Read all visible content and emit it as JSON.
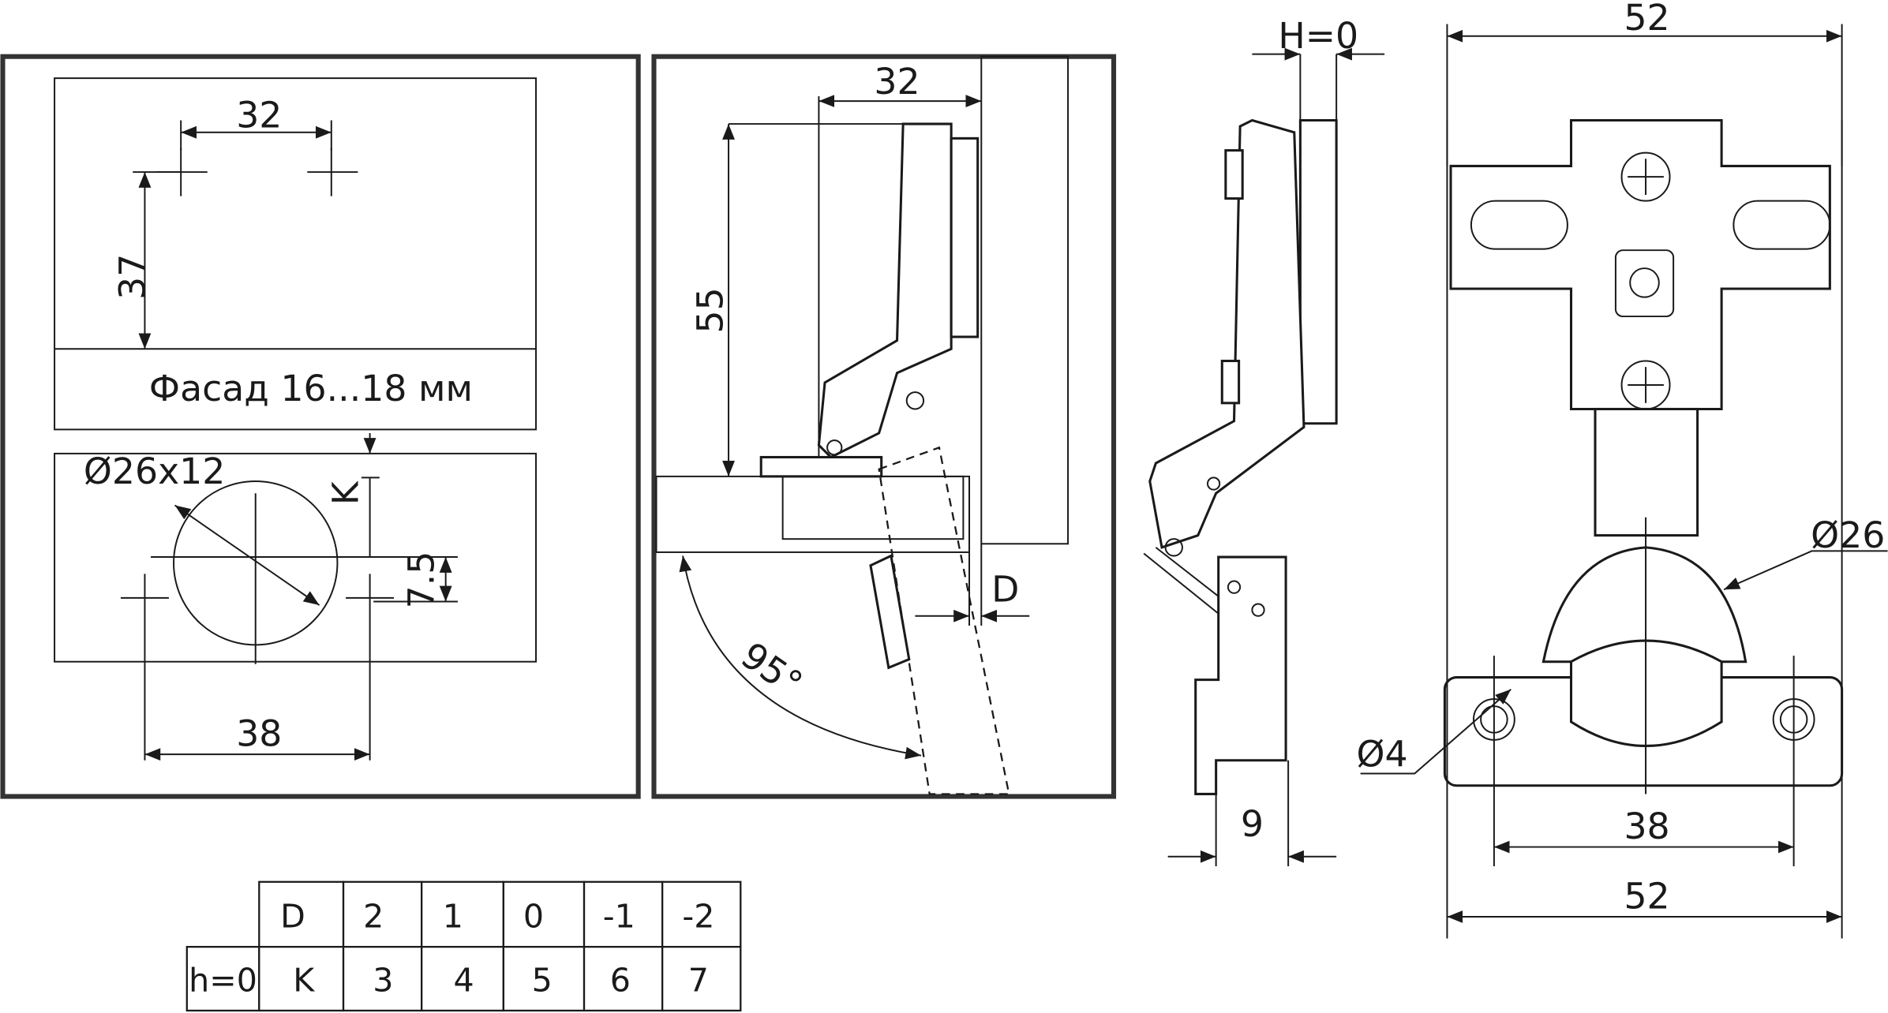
{
  "drilling_panel": {
    "hole_spacing": "32",
    "hole_offset": "37",
    "facade_label": "Фасад 16...18 мм",
    "cup_label": "Ø26x12",
    "k_label": "K",
    "offset_label": "7.5",
    "mounting_spacing": "38"
  },
  "section_panel": {
    "width_label": "32",
    "height_label": "55",
    "d_label": "D",
    "angle_label": "95°"
  },
  "side_view": {
    "h_label": "H=0",
    "depth_label": "9"
  },
  "front_view": {
    "top_width": "52",
    "cup_diameter": "Ø26",
    "screw_hole": "Ø4",
    "plate_spacing": "38",
    "bottom_width": "52"
  },
  "table": {
    "row1": [
      "D",
      "2",
      "1",
      "0",
      "-1",
      "-2"
    ],
    "row2_header": "h=0",
    "row2": [
      "K",
      "3",
      "4",
      "5",
      "6",
      "7"
    ]
  }
}
